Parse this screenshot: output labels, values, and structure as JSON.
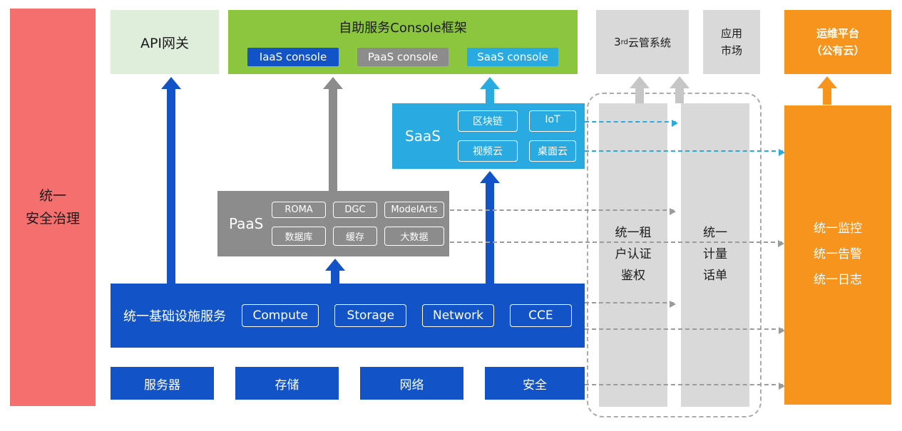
{
  "colors": {
    "security_red": "#F56F6F",
    "api_light_green": "#DFEEDB",
    "console_green": "#8CC63F",
    "primary_blue": "#1254C8",
    "saas_cyan": "#29ABE2",
    "paas_gray": "#8C8C8C",
    "panel_gray": "#D9D9D9",
    "ops_orange": "#F7941E"
  },
  "security_bar": {
    "label": "统一\n安全治理"
  },
  "api_gateway": {
    "label": "API网关"
  },
  "console_framework": {
    "title": "自助服务Console框架",
    "consoles": [
      {
        "label": "IaaS console"
      },
      {
        "label": "PaaS console"
      },
      {
        "label": "SaaS console"
      }
    ]
  },
  "third_party_cloud": {
    "prefix": "3",
    "sup": "rd",
    "suffix": "云管系统"
  },
  "app_market": {
    "label": "应用\n市场"
  },
  "ops_platform": {
    "label": "运维平台\n（公有云）"
  },
  "saas": {
    "label": "SaaS",
    "items": [
      "区块链",
      "IoT",
      "视频云",
      "桌面云"
    ]
  },
  "paas": {
    "label": "PaaS",
    "items": [
      "ROMA",
      "DGC",
      "ModelArts",
      "数据库",
      "缓存",
      "大数据"
    ]
  },
  "infrastructure": {
    "label": "统一基础设施服务",
    "items": [
      "Compute",
      "Storage",
      "Network",
      "CCE"
    ]
  },
  "hardware": {
    "items": [
      "服务器",
      "存储",
      "网络",
      "安全"
    ]
  },
  "auth_bar": {
    "label": "统一租\n户认证\n鉴权"
  },
  "billing_bar": {
    "label": "统一\n计量\n话单"
  },
  "monitoring_bar": {
    "label": "统一监控\n统一告警\n统一日志"
  }
}
